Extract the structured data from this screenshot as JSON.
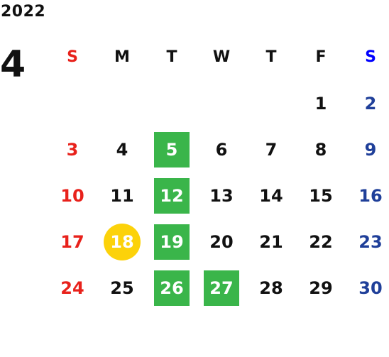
{
  "calendar": {
    "year": "2022",
    "month": "4",
    "weekday_headers": [
      "S",
      "M",
      "T",
      "W",
      "T",
      "F",
      "S"
    ],
    "colors": {
      "text": "#111111",
      "sunday": "#e8211b",
      "saturday_header": "#0000ff",
      "saturday": "#1f3f99",
      "event_bg": "#3ab54a",
      "event_text": "#ffffff",
      "today_bg": "#fcd20a",
      "today_text": "#ffffff"
    },
    "weeks": [
      [
        null,
        null,
        null,
        null,
        null,
        "1",
        "2"
      ],
      [
        "3",
        "4",
        "5",
        "6",
        "7",
        "8",
        "9"
      ],
      [
        "10",
        "11",
        "12",
        "13",
        "14",
        "15",
        "16"
      ],
      [
        "17",
        "18",
        "19",
        "20",
        "21",
        "22",
        "23"
      ],
      [
        "24",
        "25",
        "26",
        "27",
        "28",
        "29",
        "30"
      ]
    ],
    "highlighted_days": [
      "5",
      "12",
      "19",
      "26",
      "27"
    ],
    "today": "18"
  }
}
